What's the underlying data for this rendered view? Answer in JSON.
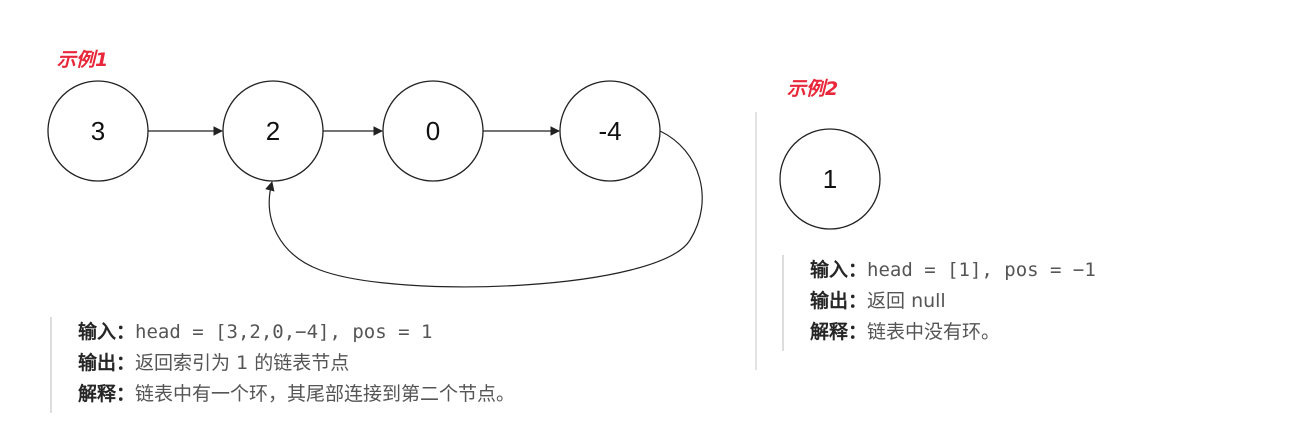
{
  "examples": [
    {
      "title": "示例1",
      "nodes": [
        "3",
        "2",
        "0",
        "-4"
      ],
      "input_label": "输入",
      "input_value": "head = [3,2,0,−4], pos = 1",
      "output_label": "输出",
      "output_value": "返回索引为 1 的链表节点",
      "explain_label": "解释",
      "explain_value": "链表中有一个环，其尾部连接到第二个节点。"
    },
    {
      "title": "示例2",
      "nodes": [
        "1"
      ],
      "input_label": "输入",
      "input_value": "head = [1], pos = −1",
      "output_label": "输出",
      "output_value": "返回 null",
      "explain_label": "解释",
      "explain_value": "链表中没有环。"
    }
  ],
  "colors": {
    "title": "#e8283a",
    "stroke": "#222222"
  }
}
